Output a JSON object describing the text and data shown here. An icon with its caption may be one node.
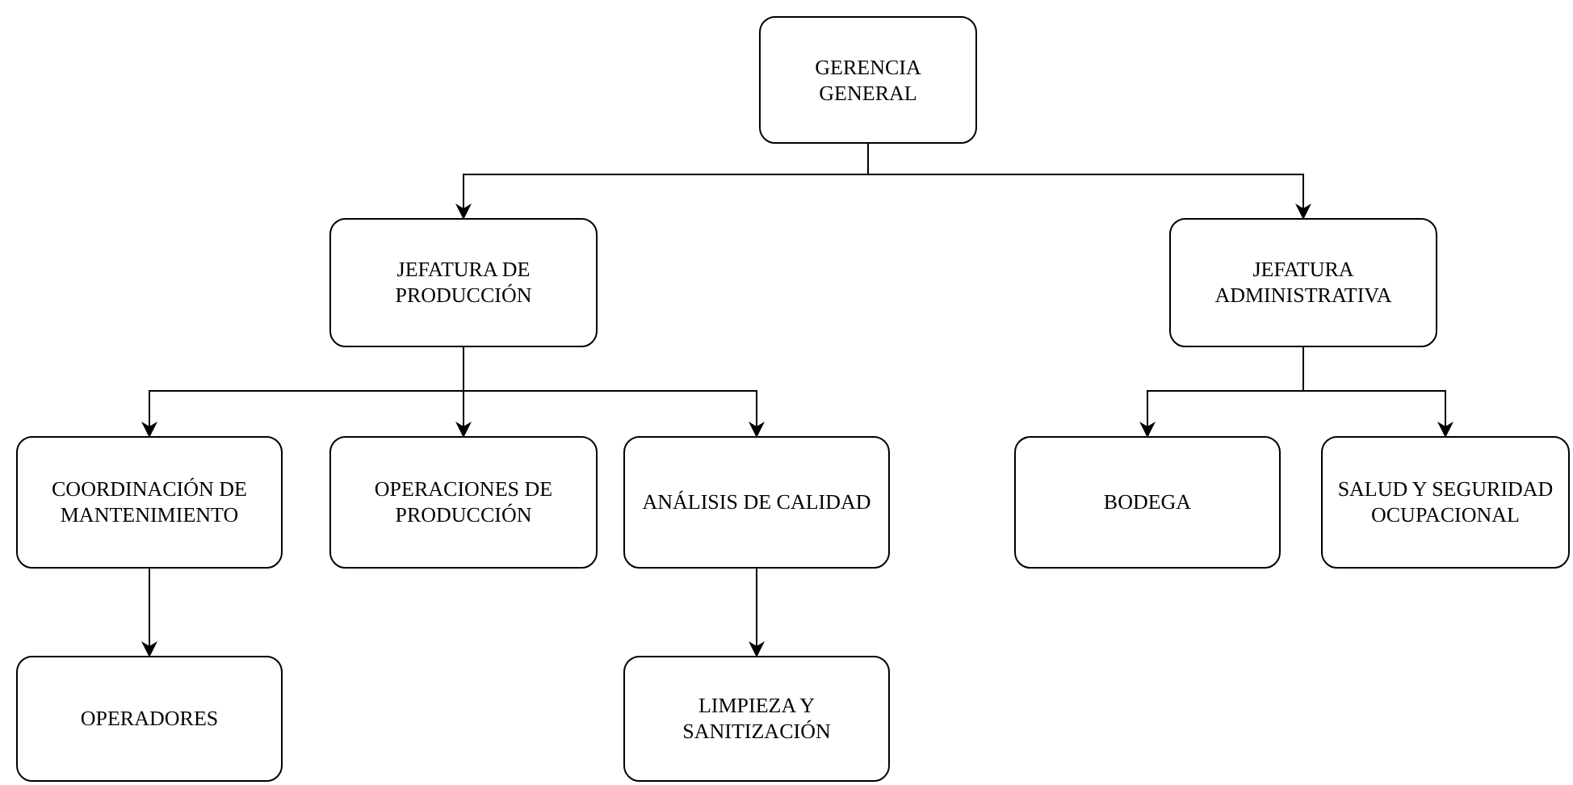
{
  "diagram": {
    "nodes": [
      {
        "text": [
          "GERENCIA GENERAL"
        ]
      },
      {
        "text": [
          "JEFATURA DE PRODUCCIÓN"
        ]
      },
      {
        "text": [
          "JEFATURA ADMINISTRATIVA"
        ]
      },
      {
        "text": [
          "COORDINACIÓN DE MANTENIMIENTO"
        ]
      },
      {
        "text": [
          "OPERACIONES DE PRODUCCIÓN"
        ]
      },
      {
        "text": [
          "ANÁLISIS DE CALIDAD"
        ]
      },
      {
        "text": [
          "BODEGA"
        ]
      },
      {
        "text": [
          "SALUD Y SEGURIDAD OCUPACIONAL"
        ]
      },
      {
        "text": [
          "OPERADORES"
        ]
      },
      {
        "text": [
          "LIMPIEZA Y SANITIZACIÓN"
        ]
      }
    ],
    "edges": [
      {
        "from": 0,
        "to": 1,
        "arrow": "to"
      },
      {
        "from": 0,
        "to": 2,
        "arrow": "to"
      },
      {
        "from": 1,
        "to": 3,
        "arrow": "to"
      },
      {
        "from": 1,
        "to": 4,
        "arrow": "to"
      },
      {
        "from": 1,
        "to": 5,
        "arrow": "to"
      },
      {
        "from": 2,
        "to": 6,
        "arrow": "to"
      },
      {
        "from": 2,
        "to": 7,
        "arrow": "to"
      },
      {
        "from": 3,
        "to": 8,
        "arrow": "to"
      },
      {
        "from": 5,
        "to": 9,
        "arrow": "to"
      }
    ]
  }
}
